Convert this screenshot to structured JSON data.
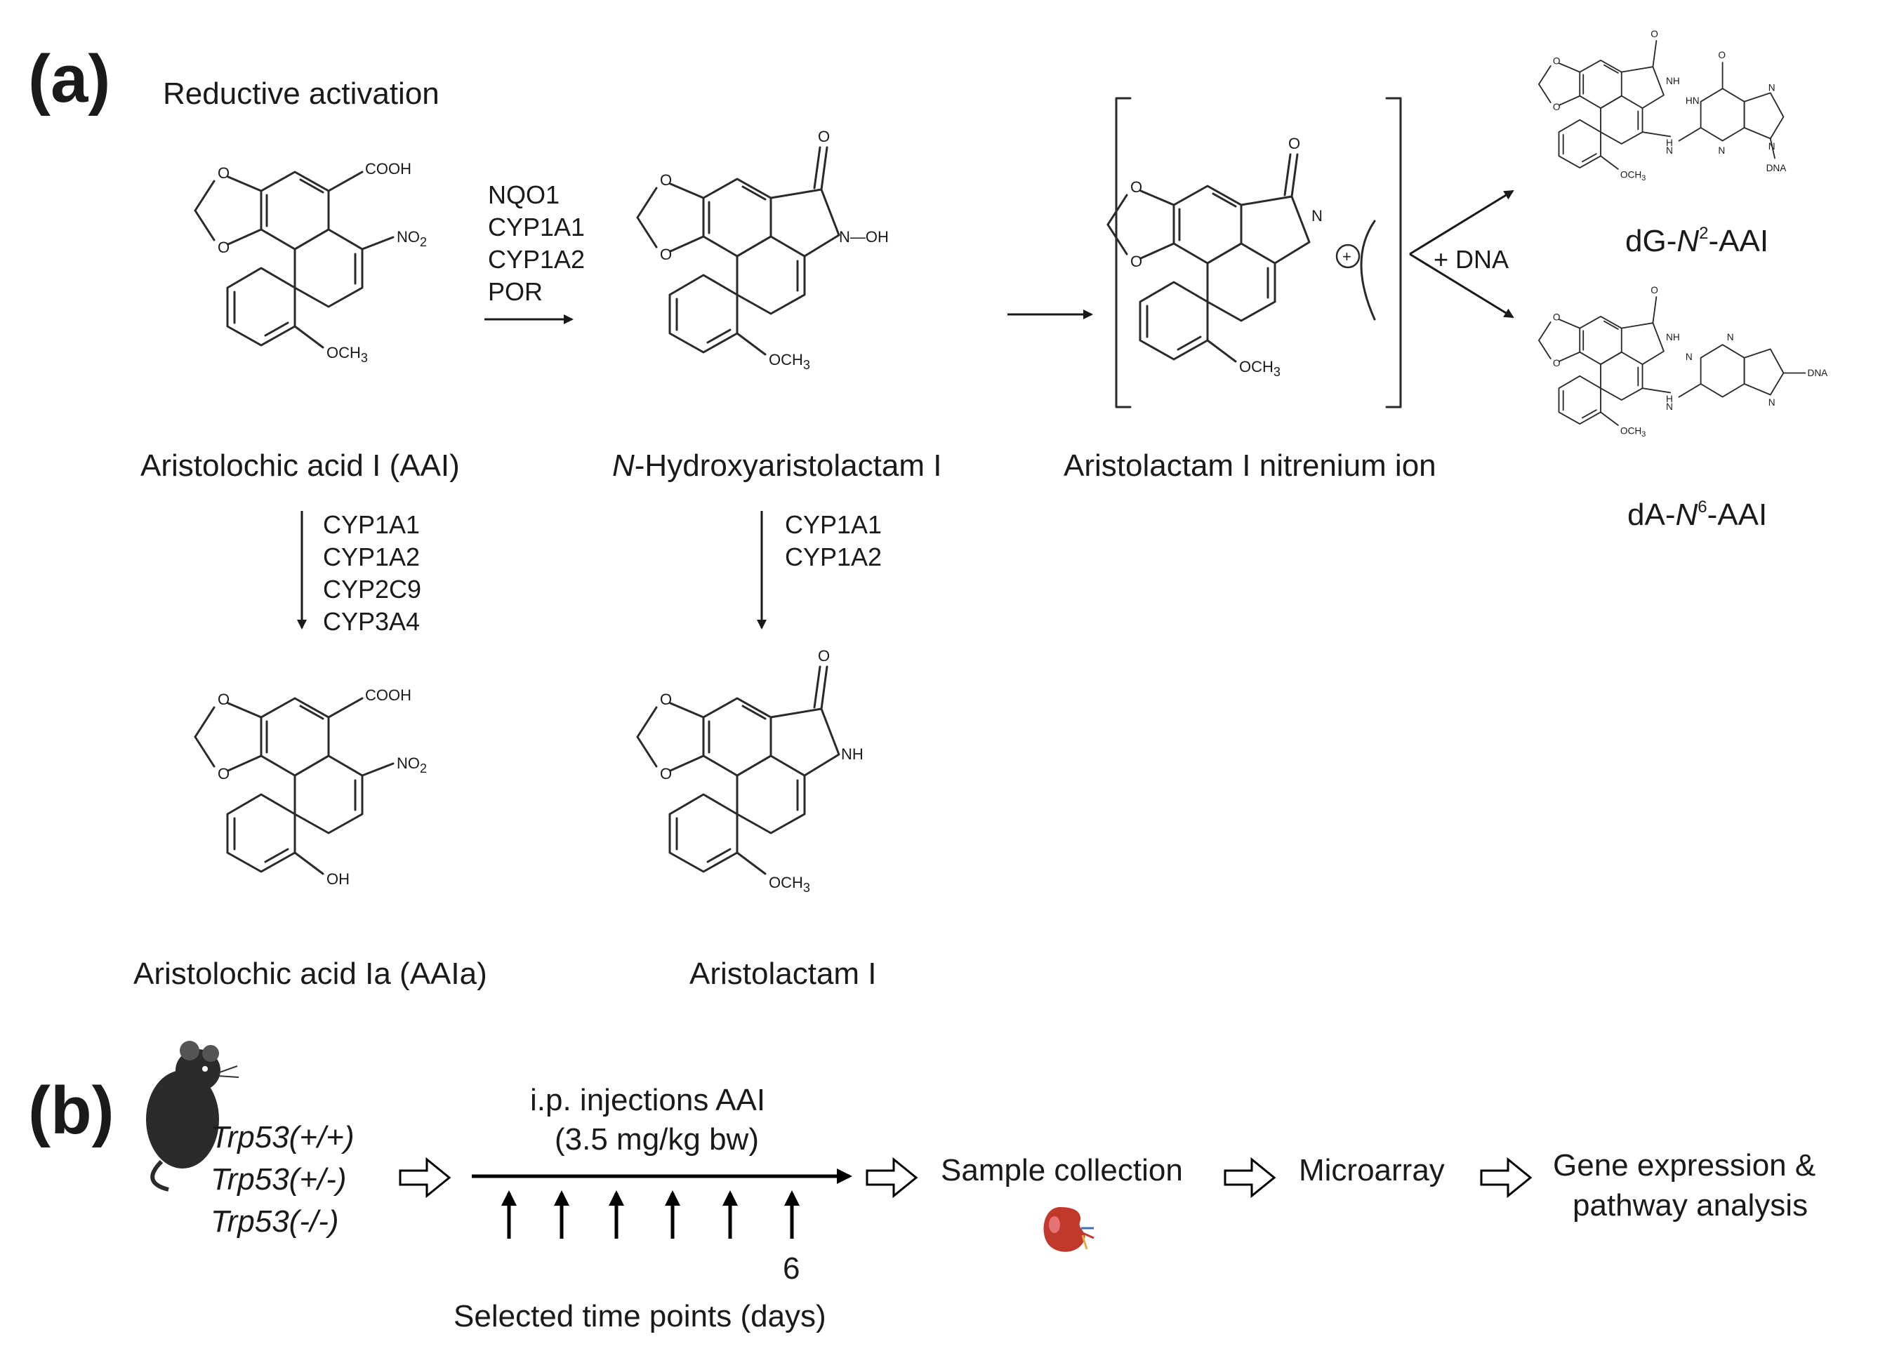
{
  "panel_a": {
    "label": "(a)",
    "title": "Reductive activation",
    "compounds": {
      "aai": {
        "name": "Aristolochic acid I (AAI)",
        "cooh": "COOH",
        "no2": "NO",
        "no2_sub": "2",
        "och3": "OCH",
        "och3_sub": "3"
      },
      "nhydroxy": {
        "name_italic": "N",
        "name_rest": "-Hydroxyaristolactam I",
        "n_oh": "N—OH",
        "och3": "OCH",
        "och3_sub": "3"
      },
      "nitrenium": {
        "name": "Aristolactam I nitrenium ion",
        "n": "N",
        "plus": "+",
        "och3": "OCH",
        "och3_sub": "3"
      },
      "dg": {
        "name_pre": "dG-",
        "name_italic": "N",
        "name_sup": "2",
        "name_post": "-AAI",
        "nh": "NH",
        "hn": "HN",
        "n": "N",
        "h": "H",
        "dna": "DNA",
        "och3": "OCH",
        "och3_sub": "3"
      },
      "da": {
        "name_pre": "dA-",
        "name_italic": "N",
        "name_sup": "6",
        "name_post": "-AAI",
        "nh": "NH",
        "n": "N",
        "h": "H",
        "dna": "DNA",
        "och3": "OCH",
        "och3_sub": "3"
      },
      "aaia": {
        "name": "Aristolochic acid Ia (AAIa)",
        "cooh": "COOH",
        "no2": "NO",
        "no2_sub": "2",
        "oh": "OH"
      },
      "lactam": {
        "name": "Aristolactam I",
        "nh": "NH",
        "och3": "OCH",
        "och3_sub": "3"
      }
    },
    "o": "O",
    "enzymes_top": [
      "NQO1",
      "CYP1A1",
      "CYP1A2",
      "POR"
    ],
    "enzymes_left": [
      "CYP1A1",
      "CYP1A2",
      "CYP2C9",
      "CYP3A4"
    ],
    "enzymes_mid": [
      "CYP1A1",
      "CYP1A2"
    ],
    "dna_label": "+ DNA"
  },
  "panel_b": {
    "label": "(b)",
    "genotypes": [
      "Trp53(+/+)",
      "Trp53(+/-)",
      "Trp53(-/-)"
    ],
    "injection_line1": "i.p. injections AAI",
    "injection_line2": "(3.5 mg/kg bw)",
    "time_tick_label": "6",
    "timeline_caption": "Selected time points (days)",
    "steps": [
      "Sample collection",
      "Microarray"
    ],
    "final_step_line1": "Gene expression &",
    "final_step_line2": "pathway analysis"
  },
  "colors": {
    "ink": "#1a1a1a",
    "kidney": "#c0392b",
    "mouse": "#2b2b2b"
  },
  "icons": [
    "mouse-icon",
    "kidney-icon"
  ]
}
